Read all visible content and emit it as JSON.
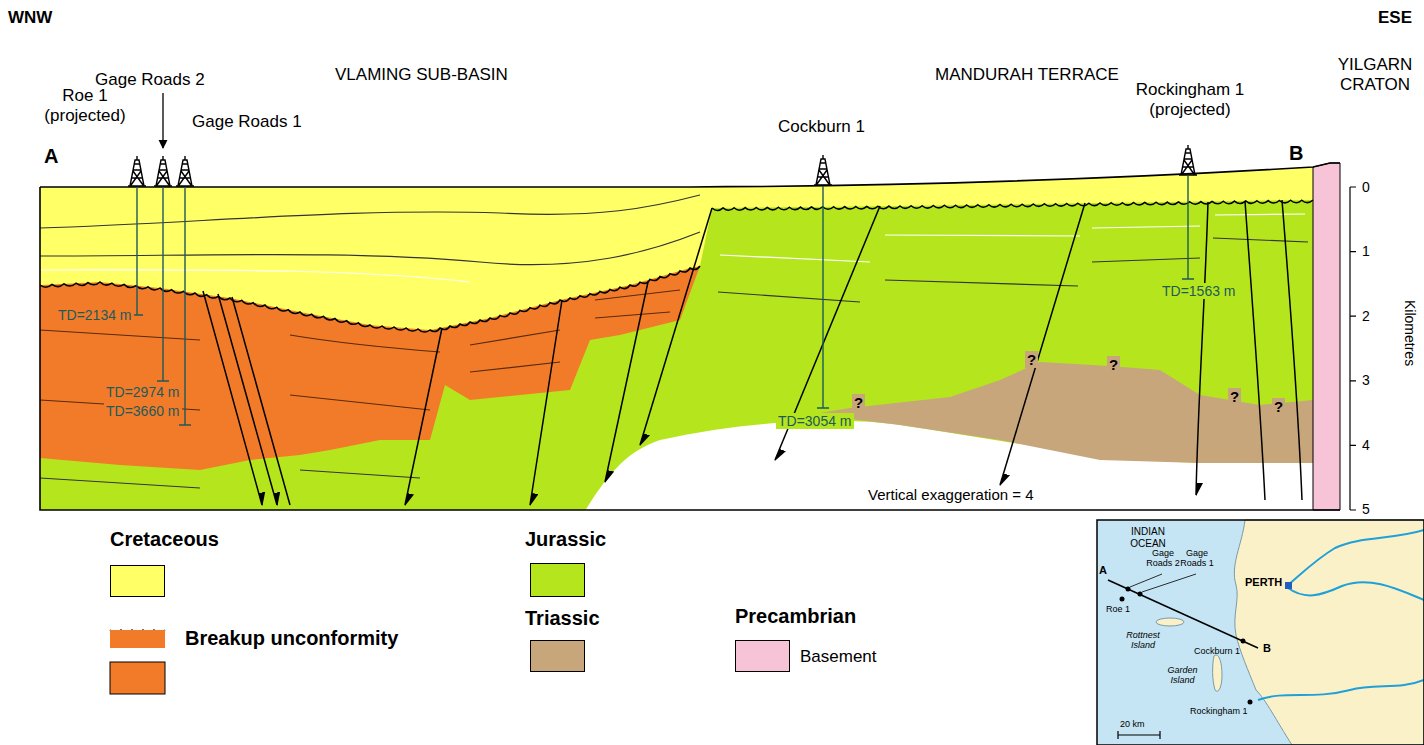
{
  "diagram": {
    "labels": [
      "WNW",
      "ESE",
      "VLAMING SUB-BASIN",
      "MANDURAH TERRACE",
      "YILGARN CRATON",
      "Roe 1 (projected)",
      "Gage Roads 2",
      "Gage Roads 1",
      "A",
      "Cockburn 1",
      "Rockingham 1 (projected)",
      "B",
      "TD=2134 m",
      "TD=2974 m",
      "TD=3660 m",
      "TD=3054 m",
      "TD=1563 m",
      "?",
      "?",
      "?",
      "?",
      "?",
      "Vertical exaggeration = 4",
      "0",
      "1",
      "2",
      "3",
      "4",
      "5",
      "Kilometres",
      "Precambrian",
      "INDIAN OCEAN",
      "Gage Roads 2",
      "Gage Roads 1",
      "Roe 1",
      "A",
      "PERTH",
      "Rottnest Island",
      "Cockburn 1",
      "Garden Island",
      "B",
      "Rockingham 1",
      "20 km"
    ],
    "legend": [
      {
        "text": "Cretaceous",
        "color": "#ffff66"
      },
      {
        "text": "Breakup unconformity"
      },
      {
        "text": "Jurassic",
        "color": "#b5e61d"
      },
      {
        "text": "Triassic",
        "color": "#c8a67c"
      },
      {
        "text": "Basement",
        "color": "#f7c3d6"
      }
    ]
  }
}
